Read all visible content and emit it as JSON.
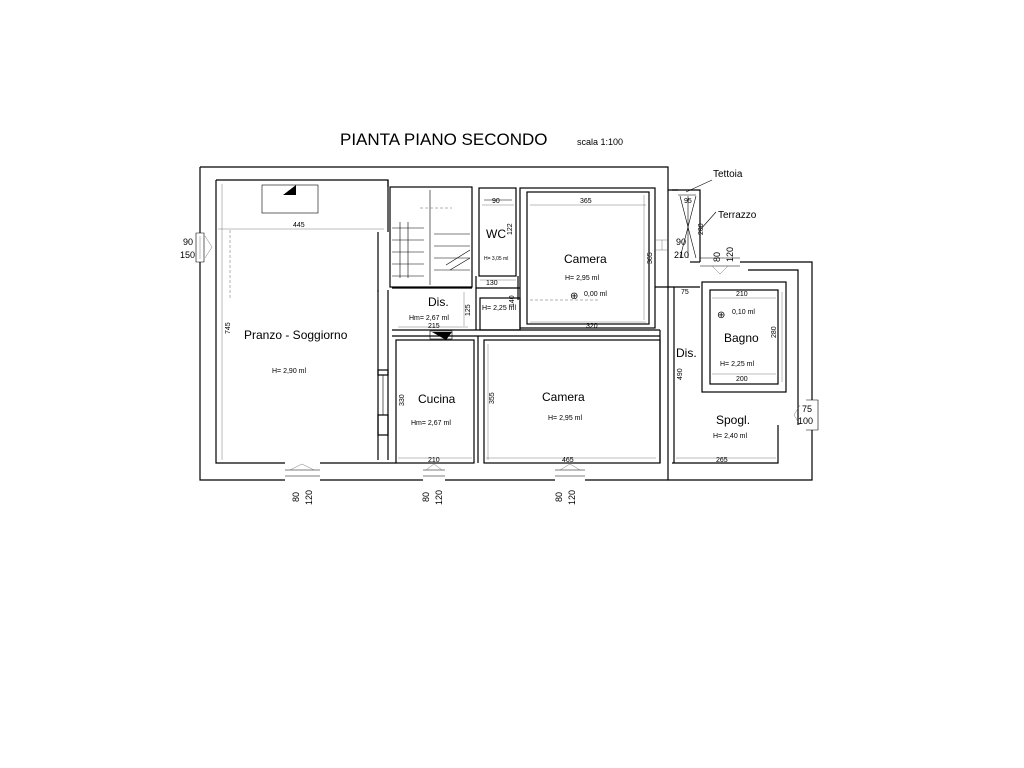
{
  "title": "PIANTA PIANO SECONDO",
  "scale": "scala 1:100",
  "rooms": {
    "pranzo": {
      "name": "Pranzo - Soggiorno",
      "height": "H= 2,90 ml"
    },
    "wc": {
      "name": "WC",
      "height": "H= 3,05 ml"
    },
    "camera1": {
      "name": "Camera",
      "height": "H= 2,95 ml",
      "level": "0,00 ml"
    },
    "dis1": {
      "name": "Dis.",
      "height": "Hm= 2,67 ml"
    },
    "dis_small": {
      "height": "H= 2,25 ml"
    },
    "cucina": {
      "name": "Cucina",
      "height": "Hm= 2,67 ml"
    },
    "camera2": {
      "name": "Camera",
      "height": "H= 2,95 ml"
    },
    "bagno": {
      "name": "Bagno",
      "height": "H= 2,25 ml",
      "level": "0,10 ml"
    },
    "dis2": {
      "name": "Dis."
    },
    "spogl": {
      "name": "Spogl.",
      "height": "H= 2,40 ml"
    }
  },
  "labels": {
    "tettoia": "Tettoia",
    "terrazzo": "Terrazzo"
  },
  "dims": {
    "d445": "445",
    "d745": "745",
    "d90a": "90",
    "d122": "122",
    "d365a": "365",
    "d95": "95",
    "d200a": "200",
    "d365b": "365",
    "d130": "130",
    "d140": "140",
    "d125": "125",
    "d215": "215",
    "d320": "320",
    "d75a": "75",
    "d210a": "210",
    "d280": "280",
    "d200b": "200",
    "d330": "330",
    "d355": "355",
    "d490": "490",
    "d210b": "210",
    "d465": "465",
    "d265": "265"
  },
  "openings": {
    "w_left": {
      "a": "90",
      "b": "150"
    },
    "w_camera": {
      "a": "90",
      "b": "210"
    },
    "w_bagno": {
      "a": "80",
      "b": "120"
    },
    "w_spogl": {
      "a": "75",
      "b": "100"
    },
    "w_bottom1": {
      "a": "80",
      "b": "120"
    },
    "w_bottom2": {
      "a": "80",
      "b": "120"
    },
    "w_bottom3": {
      "a": "80",
      "b": "120"
    }
  }
}
